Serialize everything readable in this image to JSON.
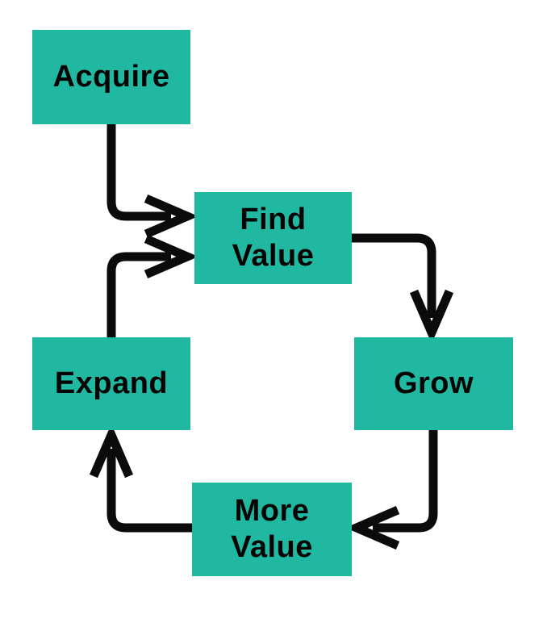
{
  "diagram": {
    "type": "flowchart-cycle",
    "colors": {
      "node_fill": "#21b8a1",
      "node_text": "#040404",
      "arrow": "#0b0b0b",
      "background": "#ffffff"
    },
    "nodes": [
      {
        "id": "acquire",
        "label": "Acquire"
      },
      {
        "id": "find-value",
        "label": "Find\nValue"
      },
      {
        "id": "grow",
        "label": "Grow"
      },
      {
        "id": "more-value",
        "label": "More\nValue"
      },
      {
        "id": "expand",
        "label": "Expand"
      }
    ],
    "edges": [
      {
        "from": "Acquire",
        "to": "Find Value"
      },
      {
        "from": "Find Value",
        "to": "Grow"
      },
      {
        "from": "Grow",
        "to": "More Value"
      },
      {
        "from": "More Value",
        "to": "Expand"
      },
      {
        "from": "Expand",
        "to": "Find Value"
      }
    ]
  }
}
